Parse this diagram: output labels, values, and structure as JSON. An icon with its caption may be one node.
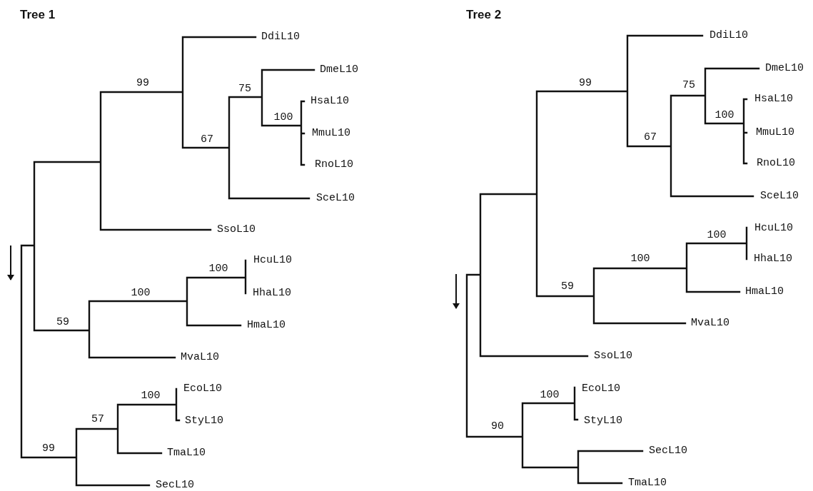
{
  "diagram": {
    "labels": [
      "Tree 1",
      "Tree 2",
      "DdiL10",
      "99",
      "DmeL10",
      "75",
      "HsaL10",
      "100",
      "MmuL10",
      "67",
      "RnoL10",
      "SceL10",
      "SsoL10",
      "HcuL10",
      "100",
      "HhaL10",
      "100",
      "59",
      "HmaL10",
      "MvaL10",
      "EcoL10",
      "100",
      "57",
      "StyL10",
      "99",
      "TmaL10",
      "SecL10",
      "DdiL10",
      "DmeL10",
      "99",
      "75",
      "HsaL10",
      "100",
      "MmuL10",
      "67",
      "RnoL10",
      "SceL10",
      "HcuL10",
      "100",
      "HhaL10",
      "100",
      "59",
      "HmaL10",
      "MvaL10",
      "SsoL10",
      "EcoL10",
      "100",
      "StyL10",
      "90",
      "SecL10",
      "TmaL10"
    ]
  }
}
